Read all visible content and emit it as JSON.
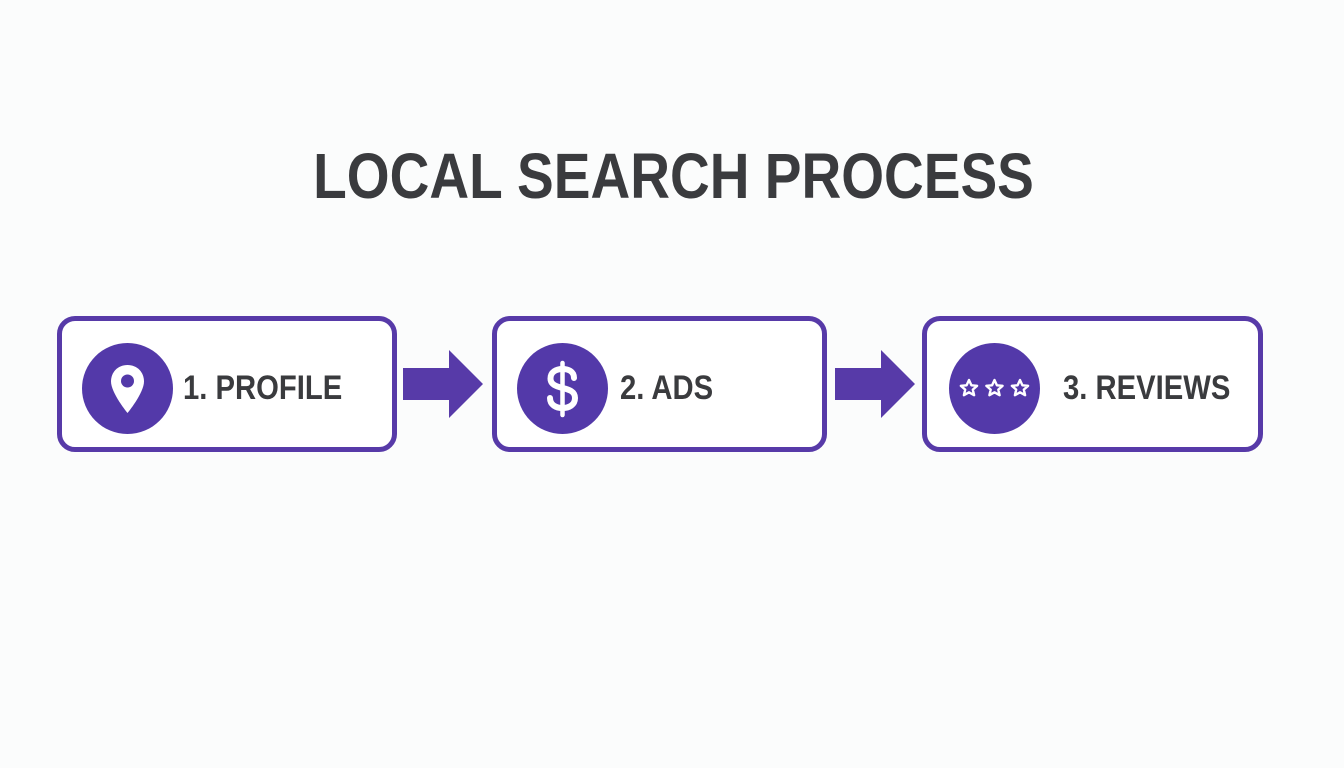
{
  "title": "LOCAL SEARCH PROCESS",
  "colors": {
    "accent": "#573aa8",
    "text": "#3a3b3e",
    "background": "#fbfcfc"
  },
  "steps": [
    {
      "label": "1. PROFILE",
      "icon": "location-pin-icon"
    },
    {
      "label": "2. ADS",
      "icon": "dollar-icon"
    },
    {
      "label": "3. REVIEWS",
      "icon": "stars-icon"
    }
  ]
}
